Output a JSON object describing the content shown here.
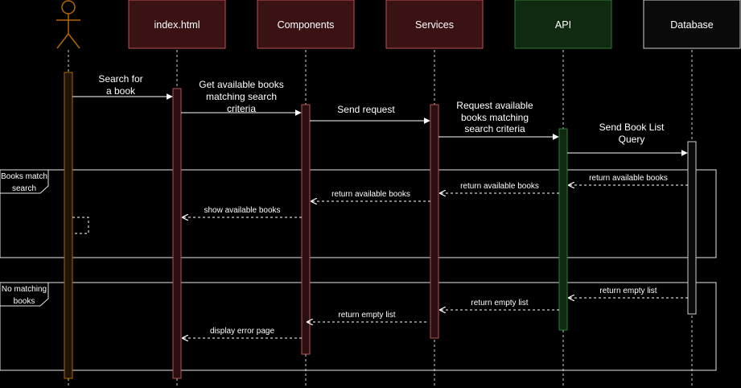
{
  "participants": {
    "actor": {
      "color": "#b46504"
    },
    "index": {
      "label": "index.html",
      "color": "#b85450",
      "fill": "#3a1214"
    },
    "components": {
      "label": "Components",
      "color": "#b85450",
      "fill": "#3a1214"
    },
    "services": {
      "label": "Services",
      "color": "#b85450",
      "fill": "#3a1214"
    },
    "api": {
      "label": "API",
      "color": "#2e7d32",
      "fill": "#0f2a10"
    },
    "database": {
      "label": "Database",
      "color": "#cfcfcf",
      "fill": "#0a0a0a"
    }
  },
  "messages": {
    "m1_line1": "Search for",
    "m1_line2": "a book",
    "m2_line1": "Get available books",
    "m2_line2": "matching search",
    "m2_line3": "criteria",
    "m3": "Send request",
    "m4_line1": "Request available",
    "m4_line2": "books matching",
    "m4_line3": "search criteria",
    "m5_line1": "Send Book List",
    "m5_line2": "Query",
    "r1": "return available books",
    "r2": "return available books",
    "r3": "return available books",
    "r4": "show available books",
    "e1": "return empty list",
    "e2": "return empty list",
    "e3": "return empty list",
    "e4": "display error page"
  },
  "fragments": {
    "match_line1": "Books match",
    "match_line2": "search",
    "nomatch_line1": "No matching",
    "nomatch_line2": "books"
  }
}
